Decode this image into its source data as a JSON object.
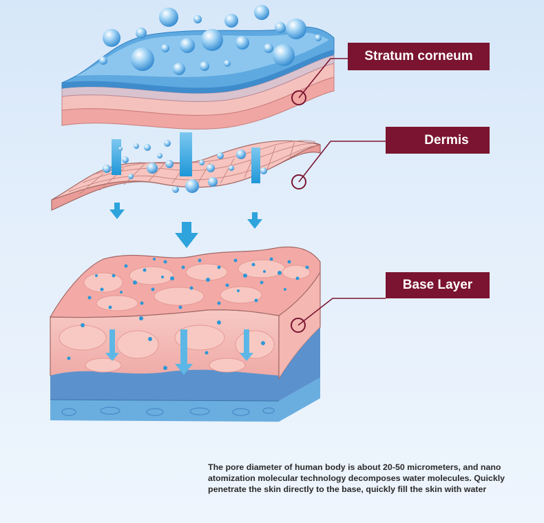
{
  "labels": {
    "stratum": "Stratum corneum",
    "dermis": "Dermis",
    "base": "Base Layer"
  },
  "caption": "The pore diameter of human body is about 20-50 micrometers, and nano atomization molecular technology decomposes water molecules. Quickly penetrate the skin directly to the base, quickly fill the skin with water",
  "colors": {
    "label_bg": "#7a1430",
    "water_blue": "#2ea3dc",
    "skin_pink": "#f3b0ad"
  }
}
